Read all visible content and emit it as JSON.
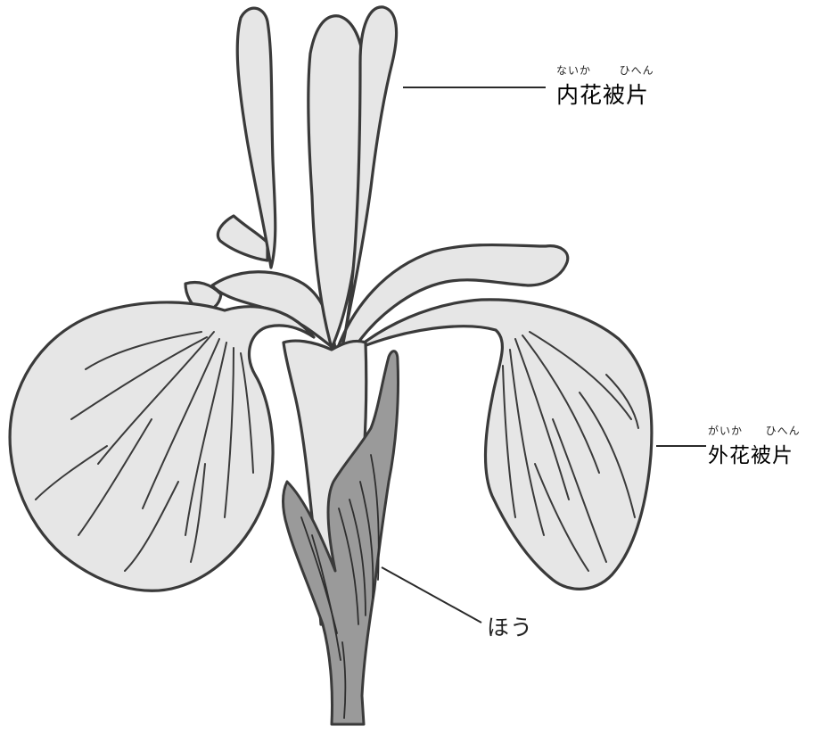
{
  "labels": {
    "inner_petal": {
      "text": "内花被片",
      "reading_1": "ないか",
      "reading_2": "ひへん"
    },
    "outer_petal": {
      "text": "外花被片",
      "reading_1": "がいか",
      "reading_2": "ひへん"
    },
    "bract": {
      "text": "ほう"
    }
  },
  "colors": {
    "petal_fill": "#e6e6e6",
    "bract_fill": "#9a9a9a",
    "outline": "#3a3a3a"
  }
}
